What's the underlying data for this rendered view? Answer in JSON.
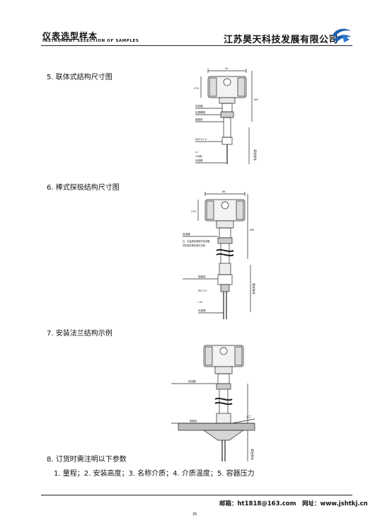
{
  "header": {
    "left_cn": "仪表选型样本",
    "left_en": "INSTRUMENT SELECTION OF SAMPLES",
    "company": "江苏昊天科技发展有限公司",
    "logo": "company-logo-icon"
  },
  "sections": [
    {
      "title": "5. 联体式结构尺寸图"
    },
    {
      "title": "6. 棒式探极结构尺寸图"
    },
    {
      "title": "7. 安装法兰结构示例"
    },
    {
      "title": "8. 订货时需注明以下参数"
    }
  ],
  "order_params": "1. 量程；2. 安装高度；3. 名称介质；4. 介质温度；5. 容器压力",
  "diagrams": {
    "d1": {
      "width": "95",
      "height_left": "276",
      "total": "166",
      "labels": [
        "变送器",
        "压紧螺帽",
        "固锁栓",
        "M20×1.5",
        "L1",
        "(可调)",
        "传感棒"
      ],
      "vertical": "安装高度"
    },
    "d2": {
      "width": "86",
      "height_left": "276",
      "total": "166",
      "labels": [
        "变送器",
        "注：高温退全使用时变送器",
        "须安装在散热部位位置",
        "固锁栓",
        "M27×2",
        "L10",
        "传感棒"
      ],
      "vertical": "安装高度"
    },
    "d3": {
      "labels": [
        "变送器",
        "固锁栓",
        "法兰"
      ],
      "vertical": "安装高度"
    }
  },
  "footer": {
    "email": "邮箱：ht1818@163.com　网址：www.jshtkj.cn",
    "page": "35"
  }
}
